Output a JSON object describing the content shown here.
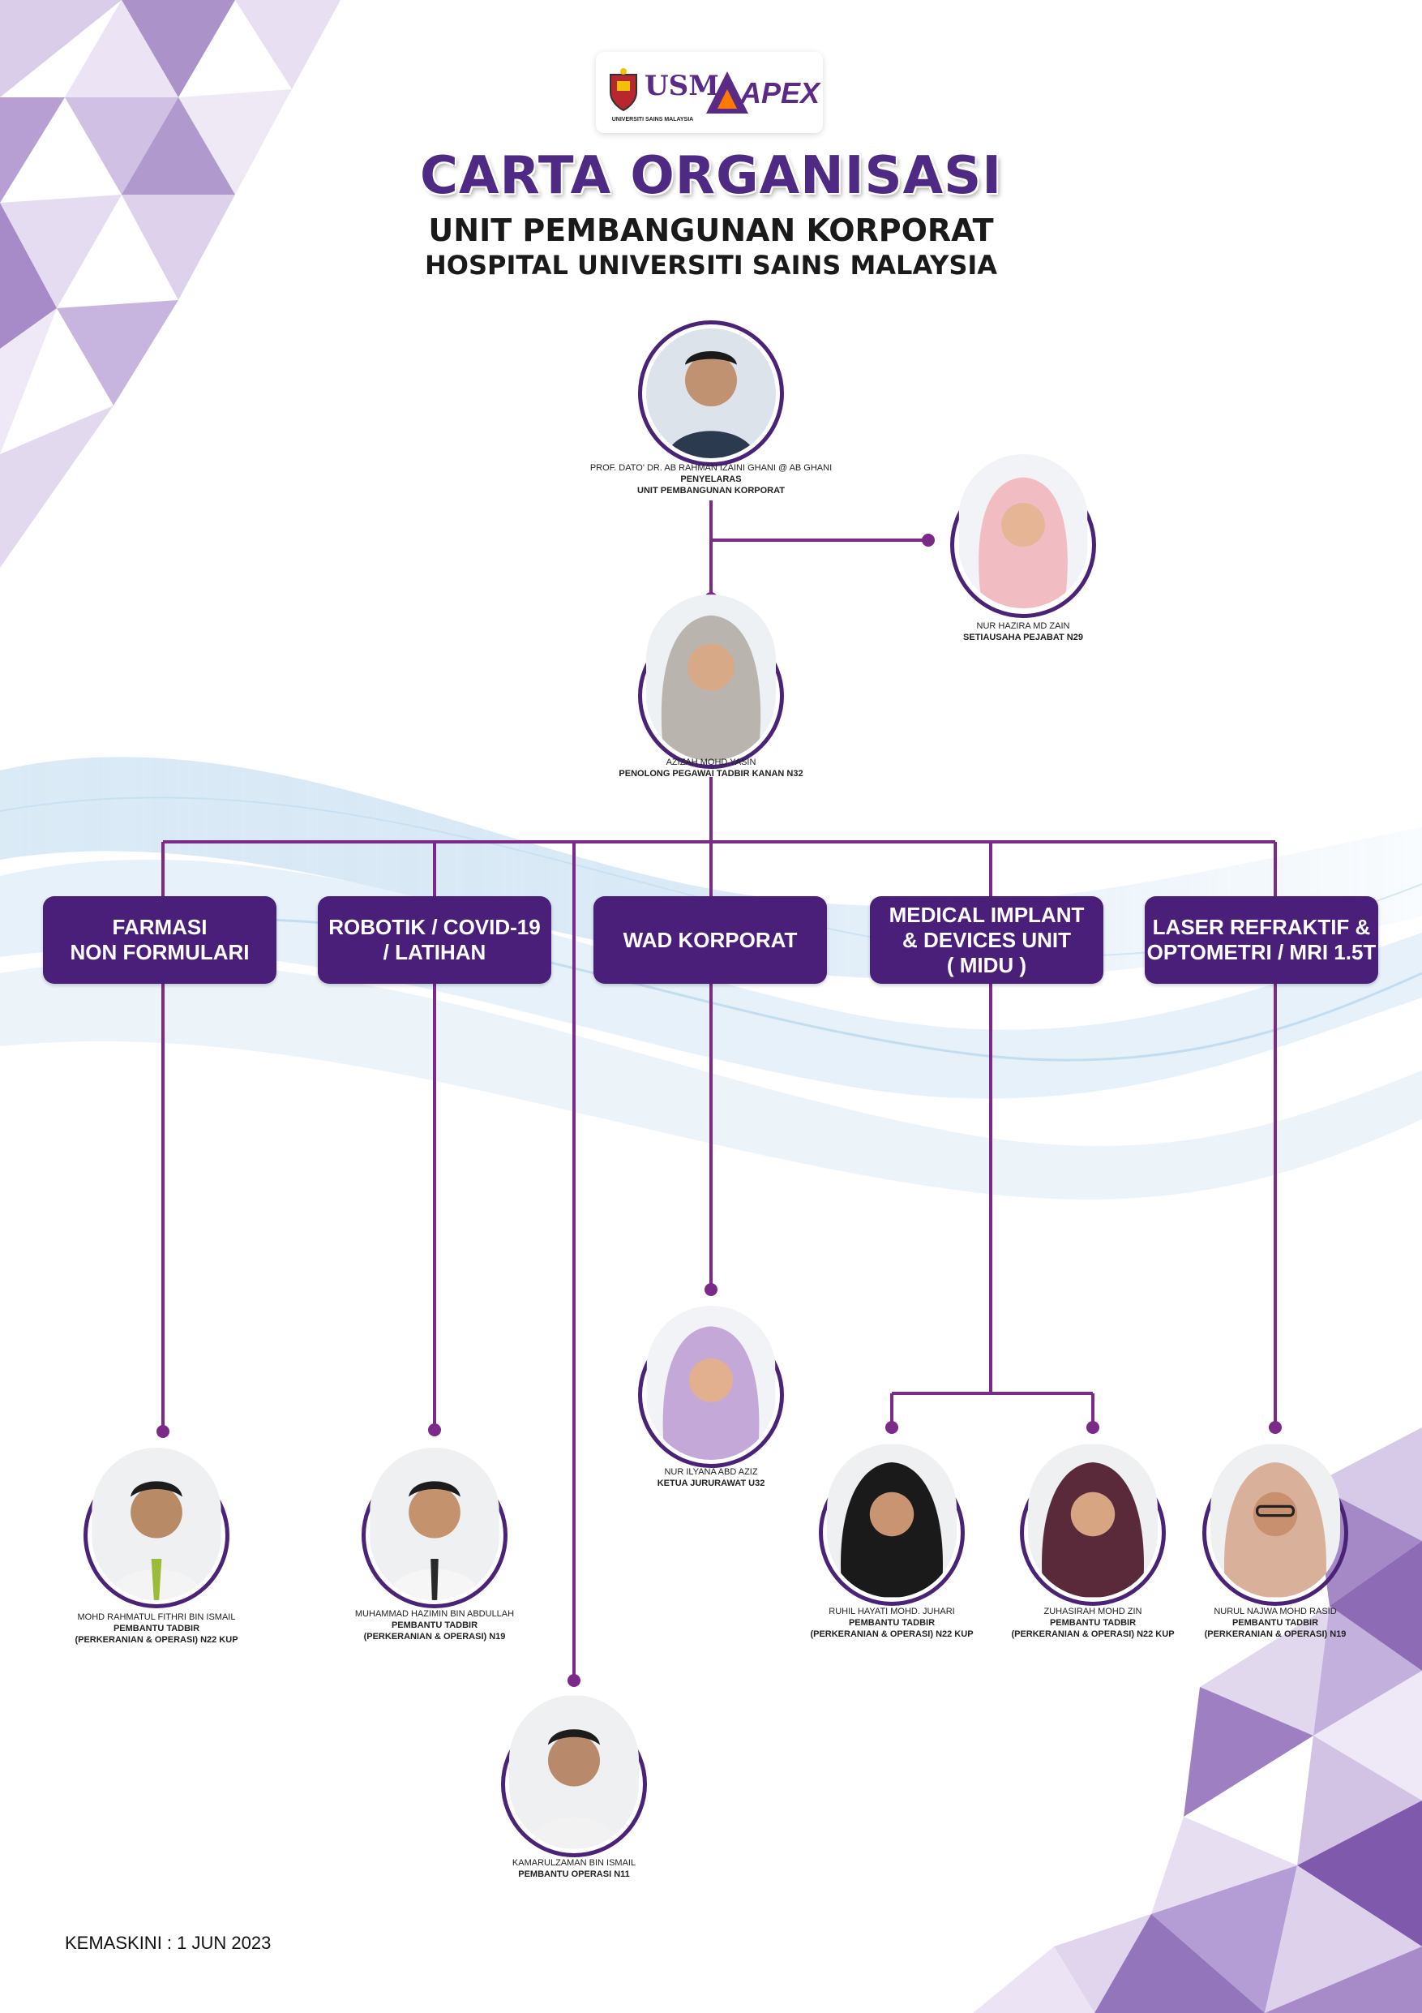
{
  "header": {
    "logo_usm_text": "USM",
    "logo_usm_caption": "UNIVERSITI SAINS MALAYSIA",
    "logo_apex_text": "APEX",
    "title": "CARTA ORGANISASI",
    "subtitle1": "UNIT PEMBANGUNAN KORPORAT",
    "subtitle2": "HOSPITAL UNIVERSITI SAINS MALAYSIA"
  },
  "people": {
    "head": {
      "name": "PROF. DATO' DR. AB RAHMAN IZAINI GHANI @ AB GHANI",
      "role1": "PENYELARAS",
      "role2": "UNIT PEMBANGUNAN KORPORAT"
    },
    "secretary": {
      "name": "NUR HAZIRA MD ZAIN",
      "role1": "SETIAUSAHA PEJABAT N29"
    },
    "officer": {
      "name": "AZIZAH MOHD YASIN",
      "role1": "PENOLONG PEGAWAI TADBIR KANAN N32"
    },
    "farmasi": {
      "name": "MOHD RAHMATUL FITHRI BIN ISMAIL",
      "role1": "PEMBANTU TADBIR",
      "role2": "(PERKERANIAN & OPERASI) N22 KUP"
    },
    "robotik": {
      "name": "MUHAMMAD HAZIMIN BIN ABDULLAH",
      "role1": "PEMBANTU TADBIR",
      "role2": "(PERKERANIAN & OPERASI) N19"
    },
    "operasi": {
      "name": "KAMARULZAMAN BIN ISMAIL",
      "role1": "PEMBANTU OPERASI N11"
    },
    "wad": {
      "name": "NUR ILYANA ABD AZIZ",
      "role1": "KETUA JURURAWAT U32"
    },
    "midu1": {
      "name": "RUHIL HAYATI MOHD. JUHARI",
      "role1": "PEMBANTU TADBIR",
      "role2": "(PERKERANIAN & OPERASI) N22 KUP"
    },
    "midu2": {
      "name": "ZUHASIRAH MOHD ZIN",
      "role1": "PEMBANTU TADBIR",
      "role2": "(PERKERANIAN & OPERASI) N22 KUP"
    },
    "laser": {
      "name": "NURUL NAJWA MOHD RASID",
      "role1": "PEMBANTU TADBIR",
      "role2": "(PERKERANIAN & OPERASI) N19"
    }
  },
  "units": [
    {
      "line1": "FARMASI",
      "line2": "NON FORMULARI",
      "line3": ""
    },
    {
      "line1": "ROBOTIK / COVID-19",
      "line2": "/ LATIHAN",
      "line3": ""
    },
    {
      "line1": "WAD KORPORAT",
      "line2": "",
      "line3": ""
    },
    {
      "line1": "MEDICAL IMPLANT",
      "line2": "& DEVICES UNIT",
      "line3": "( MIDU )"
    },
    {
      "line1": "LASER REFRAKTIF &",
      "line2": "OPTOMETRI / MRI 1.5T",
      "line3": ""
    }
  ],
  "footer": {
    "updated": "KEMASKINI : 1 JUN 2023"
  },
  "colors": {
    "purple": "#4a1f7a",
    "line": "#7b2a8a",
    "title": "#4e2a84"
  }
}
